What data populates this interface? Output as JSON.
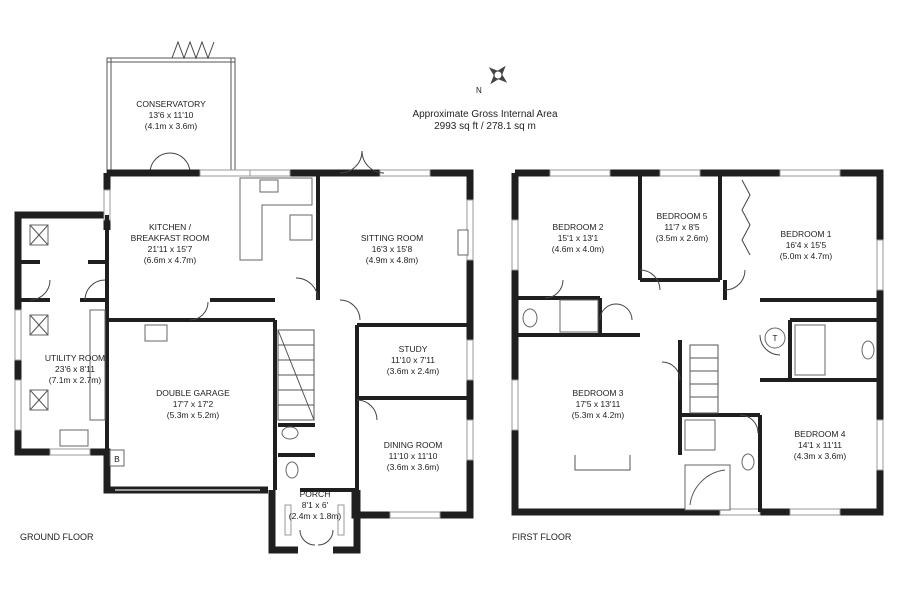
{
  "compass": {
    "north_label": "N",
    "icon": "compass-rose-icon"
  },
  "area": {
    "title": "Approximate Gross Internal Area",
    "value": "2993 sq ft / 278.1 sq m"
  },
  "floors": {
    "ground": "GROUND FLOOR",
    "first": "FIRST FLOOR"
  },
  "rooms": {
    "conservatory": {
      "name": "CONSERVATORY",
      "imperial": "13'6 x 11'10",
      "metric": "(4.1m x 3.6m)"
    },
    "kitchen": {
      "name1": "KITCHEN /",
      "name2": "BREAKFAST ROOM",
      "imperial": "21'11 x 15'7",
      "metric": "(6.6m x 4.7m)"
    },
    "sitting": {
      "name": "SITTING ROOM",
      "imperial": "16'3 x 15'8",
      "metric": "(4.9m x 4.8m)"
    },
    "utility": {
      "name": "UTILITY ROOM",
      "imperial": "23'6 x 8'11",
      "metric": "(7.1m x 2.7m)"
    },
    "garage": {
      "name": "DOUBLE GARAGE",
      "imperial": "17'7 x 17'2",
      "metric": "(5.3m x 5.2m)"
    },
    "study": {
      "name": "STUDY",
      "imperial": "11'10 x 7'11",
      "metric": "(3.6m x 2.4m)"
    },
    "dining": {
      "name": "DINING ROOM",
      "imperial": "11'10 x 11'10",
      "metric": "(3.6m x 3.6m)"
    },
    "porch": {
      "name": "PORCH",
      "imperial": "8'1 x 6'",
      "metric": "(2.4m x 1.8m)"
    },
    "bedroom2": {
      "name": "BEDROOM 2",
      "imperial": "15'1 x 13'1",
      "metric": "(4.6m x 4.0m)"
    },
    "bedroom5": {
      "name": "BEDROOM 5",
      "imperial": "11'7 x 8'5",
      "metric": "(3.5m x 2.6m)"
    },
    "bedroom1": {
      "name": "BEDROOM 1",
      "imperial": "16'4 x 15'5",
      "metric": "(5.0m x 4.7m)"
    },
    "bedroom3": {
      "name": "BEDROOM 3",
      "imperial": "17'5 x 13'11",
      "metric": "(5.3m x 4.2m)"
    },
    "bedroom4": {
      "name": "BEDROOM 4",
      "imperial": "14'1 x 11'11",
      "metric": "(4.3m x 3.6m)"
    }
  },
  "markers": {
    "boiler": "B",
    "tank": "T"
  }
}
